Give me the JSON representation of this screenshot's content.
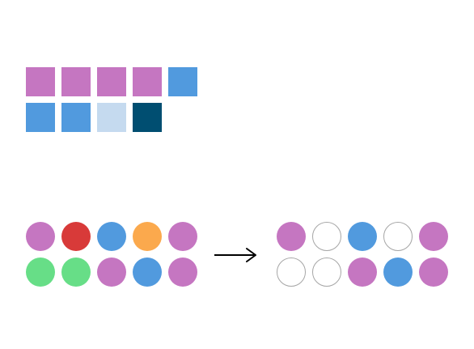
{
  "square_grid": {
    "columns": 5,
    "rows": [
      [
        "#c576c1",
        "#c576c1",
        "#c576c1",
        "#c576c1",
        "#519ade"
      ],
      [
        "#519ade",
        "#519ade",
        "#c5daef",
        "#004e71"
      ]
    ]
  },
  "left_circle_grid": {
    "columns": 5,
    "rows": [
      [
        "#c576c1",
        "#d83a39",
        "#519ade",
        "#fba94d",
        "#c576c1"
      ],
      [
        "#67de87",
        "#67de87",
        "#c576c1",
        "#519ade",
        "#c576c1"
      ]
    ]
  },
  "arrow": {
    "icon": "right-arrow-icon",
    "color": "#000000"
  },
  "right_circle_grid": {
    "columns": 5,
    "empty_fill": "#ffffff",
    "empty_stroke": "#a6a6a6",
    "rows": [
      [
        "#c576c1",
        null,
        "#519ade",
        null,
        "#c576c1"
      ],
      [
        null,
        null,
        "#c576c1",
        "#519ade",
        "#c576c1"
      ]
    ]
  }
}
